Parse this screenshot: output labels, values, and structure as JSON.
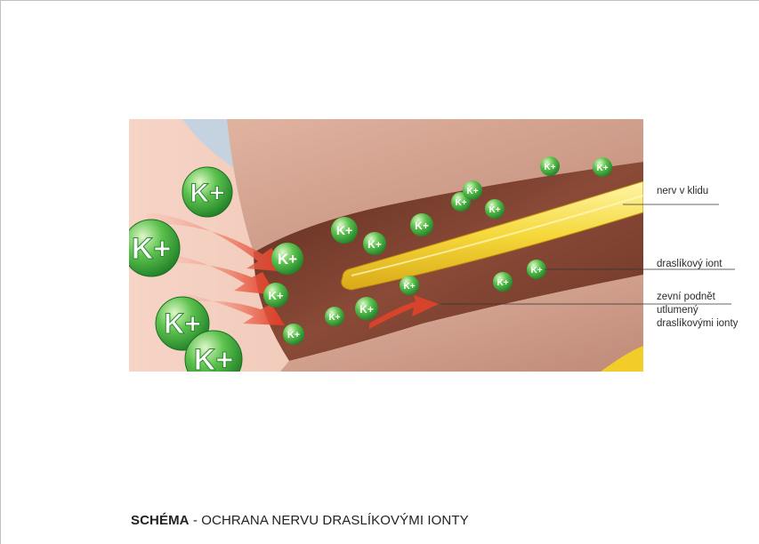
{
  "labels": {
    "nerve_at_rest": "nerv v klidu",
    "potassium_ion": "draslíkový iont",
    "stimulus": "zevní podnět utlumený draslíkovými ionty"
  },
  "ion_symbol": "K+",
  "caption": {
    "bold": "SCHÉMA",
    "rest": " - OCHRANA NERVU DRASLÍKOVÝMI IONTY"
  },
  "colors": {
    "tissue": "#c9998a",
    "canal": "#7a3f30",
    "nerve": "#f3d63a",
    "ion": "#3aa535",
    "arrow": "#e0442a"
  }
}
